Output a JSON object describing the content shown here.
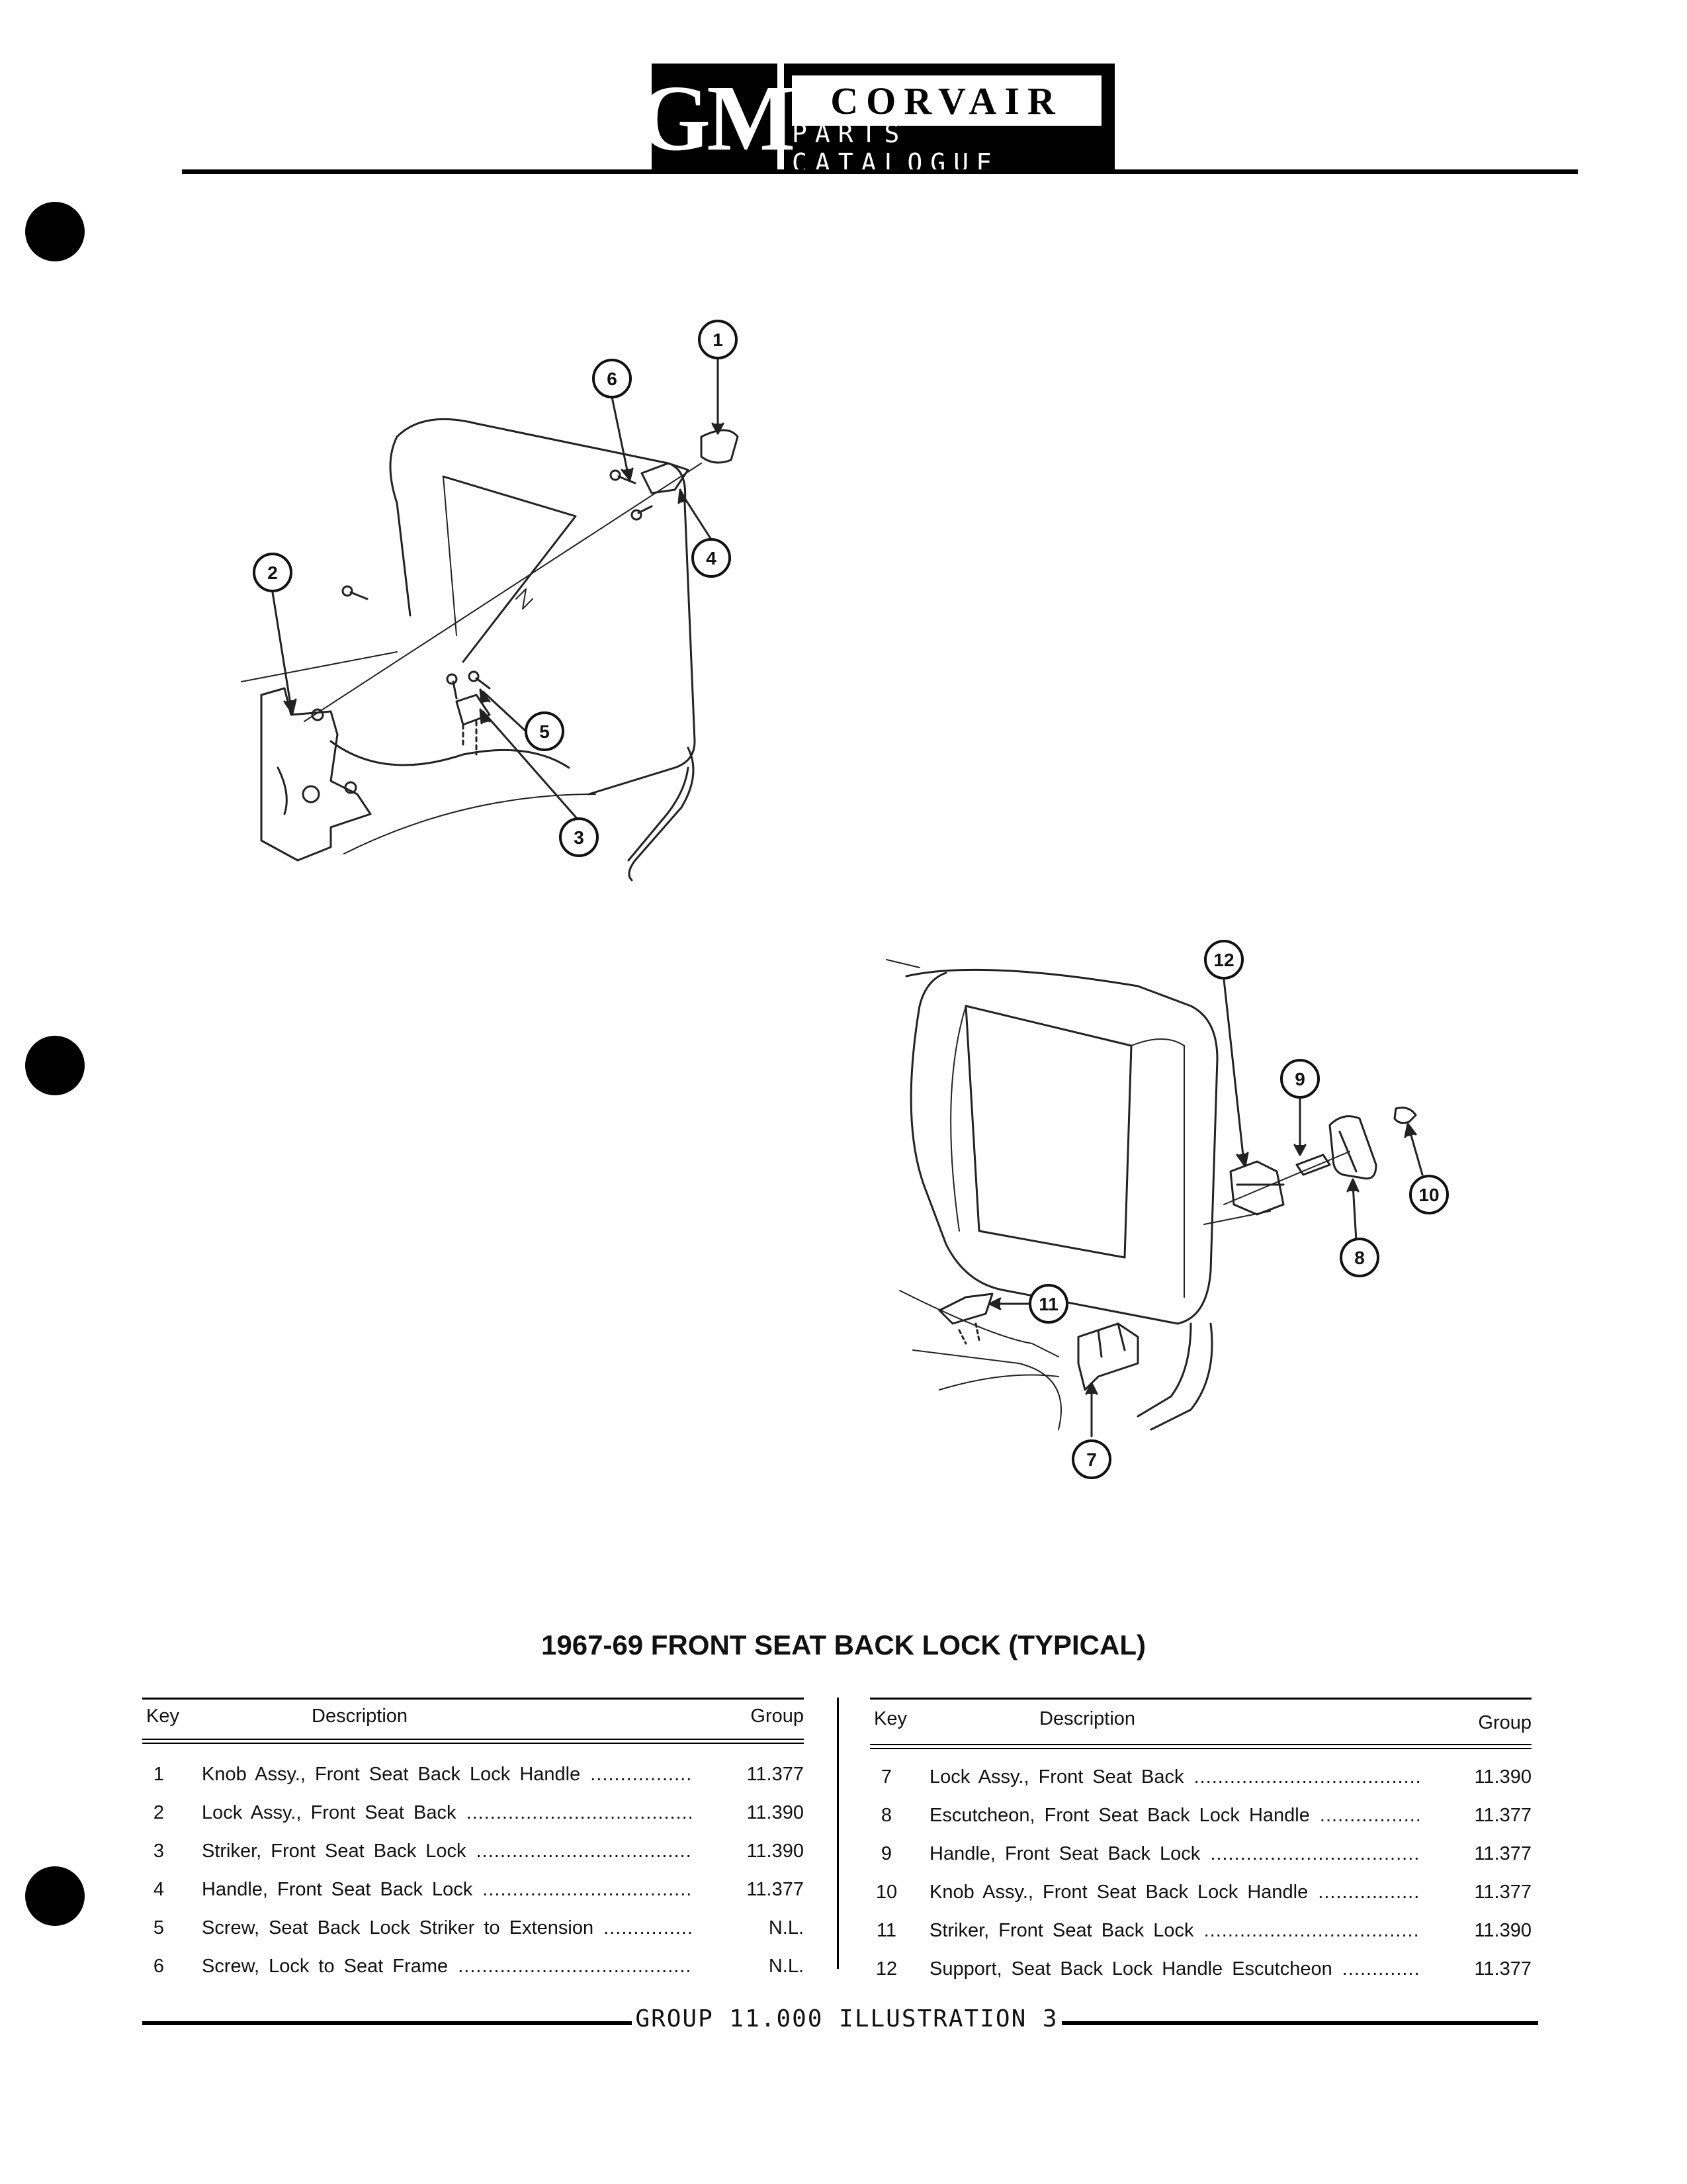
{
  "header": {
    "logo": "GM",
    "brand": "CORVAIR",
    "subtitle": "PARTS CATALOGUE"
  },
  "callouts_top": [
    "1",
    "2",
    "3",
    "4",
    "5",
    "6"
  ],
  "callouts_bottom": [
    "7",
    "8",
    "9",
    "10",
    "11",
    "12"
  ],
  "title": "1967-69 FRONT SEAT BACK LOCK (TYPICAL)",
  "table": {
    "headers": {
      "key": "Key",
      "description": "Description",
      "group": "Group"
    },
    "left_rows": [
      {
        "key": "1",
        "description": "Knob Assy., Front Seat Back Lock Handle",
        "group": "11.377"
      },
      {
        "key": "2",
        "description": "Lock Assy., Front Seat Back",
        "group": "11.390"
      },
      {
        "key": "3",
        "description": "Striker, Front Seat Back Lock",
        "group": "11.390"
      },
      {
        "key": "4",
        "description": "Handle, Front Seat Back Lock",
        "group": "11.377"
      },
      {
        "key": "5",
        "description": "Screw, Seat Back Lock Striker to Extension",
        "group": "N.L."
      },
      {
        "key": "6",
        "description": "Screw, Lock to Seat Frame",
        "group": "N.L."
      }
    ],
    "right_rows": [
      {
        "key": "7",
        "description": "Lock Assy., Front Seat Back",
        "group": "11.390"
      },
      {
        "key": "8",
        "description": "Escutcheon, Front Seat Back Lock Handle",
        "group": "11.377"
      },
      {
        "key": "9",
        "description": "Handle, Front Seat Back Lock",
        "group": "11.377"
      },
      {
        "key": "10",
        "description": "Knob Assy., Front Seat Back Lock Handle",
        "group": "11.377"
      },
      {
        "key": "11",
        "description": "Striker, Front Seat Back Lock",
        "group": "11.390"
      },
      {
        "key": "12",
        "description": "Support, Seat Back Lock Handle Escutcheon",
        "group": "11.377"
      }
    ]
  },
  "footer": "GROUP 11.000 ILLUSTRATION 3"
}
